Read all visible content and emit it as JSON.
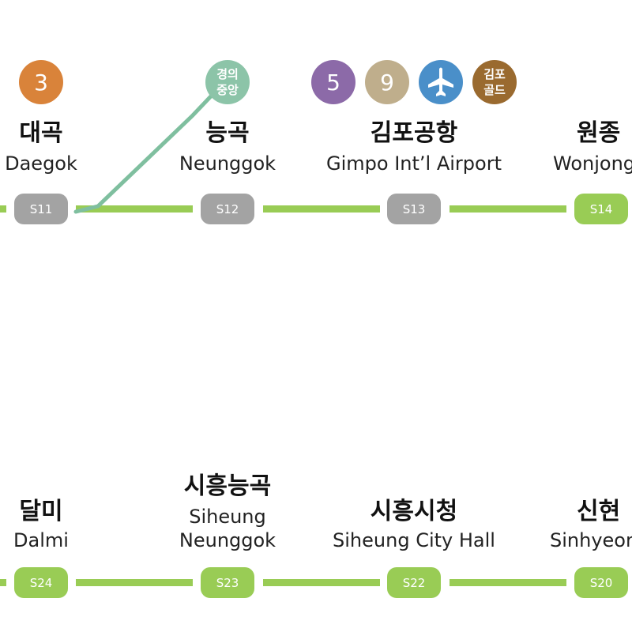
{
  "colors": {
    "line": "#99cc55",
    "gyeongui_line": "#7fbf9f",
    "station_active": "#99cc55",
    "station_inactive": "#a3a3a3",
    "line3": "#d9833a",
    "line5": "#8c6aa8",
    "line9": "#bfae8c",
    "airport": "#4a8fc9",
    "gimpo_gold": "#9a6a2f",
    "gyeongui": "#8cc4a8"
  },
  "top_row": {
    "stations": [
      {
        "code": "S11",
        "name_ko": "대곡",
        "name_en": "Daegok",
        "state": "inactive",
        "transfers": [
          {
            "type": "number",
            "label": "3",
            "color_key": "line3",
            "icon": "line-3-icon"
          }
        ]
      },
      {
        "code": "S12",
        "name_ko": "능곡",
        "name_en": "Neunggok",
        "state": "inactive",
        "transfers": [
          {
            "type": "two-line",
            "line1": "경의",
            "line2": "중앙",
            "color_key": "gyeongui",
            "icon": "gyeongui-jungang-icon"
          }
        ]
      },
      {
        "code": "S13",
        "name_ko": "김포공항",
        "name_en": "Gimpo Int’l Airport",
        "state": "inactive",
        "transfers": [
          {
            "type": "number",
            "label": "5",
            "color_key": "line5",
            "icon": "line-5-icon"
          },
          {
            "type": "number",
            "label": "9",
            "color_key": "line9",
            "icon": "line-9-icon"
          },
          {
            "type": "airplane",
            "color_key": "airport",
            "icon": "airplane-icon"
          },
          {
            "type": "two-line",
            "line1": "김포",
            "line2": "골드",
            "color_key": "gimpo_gold",
            "icon": "gimpo-goldline-icon"
          }
        ]
      },
      {
        "code": "S14",
        "name_ko": "원종",
        "name_en": "Wonjong",
        "state": "active",
        "transfers": []
      }
    ]
  },
  "bottom_row": {
    "stations": [
      {
        "code": "S24",
        "name_ko": "달미",
        "name_en": "Dalmi",
        "state": "active"
      },
      {
        "code": "S23",
        "name_ko": "시흥능곡",
        "name_en": "Siheung Neunggok",
        "state": "active",
        "en_lines": [
          "Siheung",
          "Neunggok"
        ]
      },
      {
        "code": "S22",
        "name_ko": "시흥시청",
        "name_en": "Siheung City Hall",
        "state": "active"
      },
      {
        "code": "S20",
        "name_ko": "신현",
        "name_en": "Sinhyeon",
        "state": "active"
      }
    ]
  }
}
